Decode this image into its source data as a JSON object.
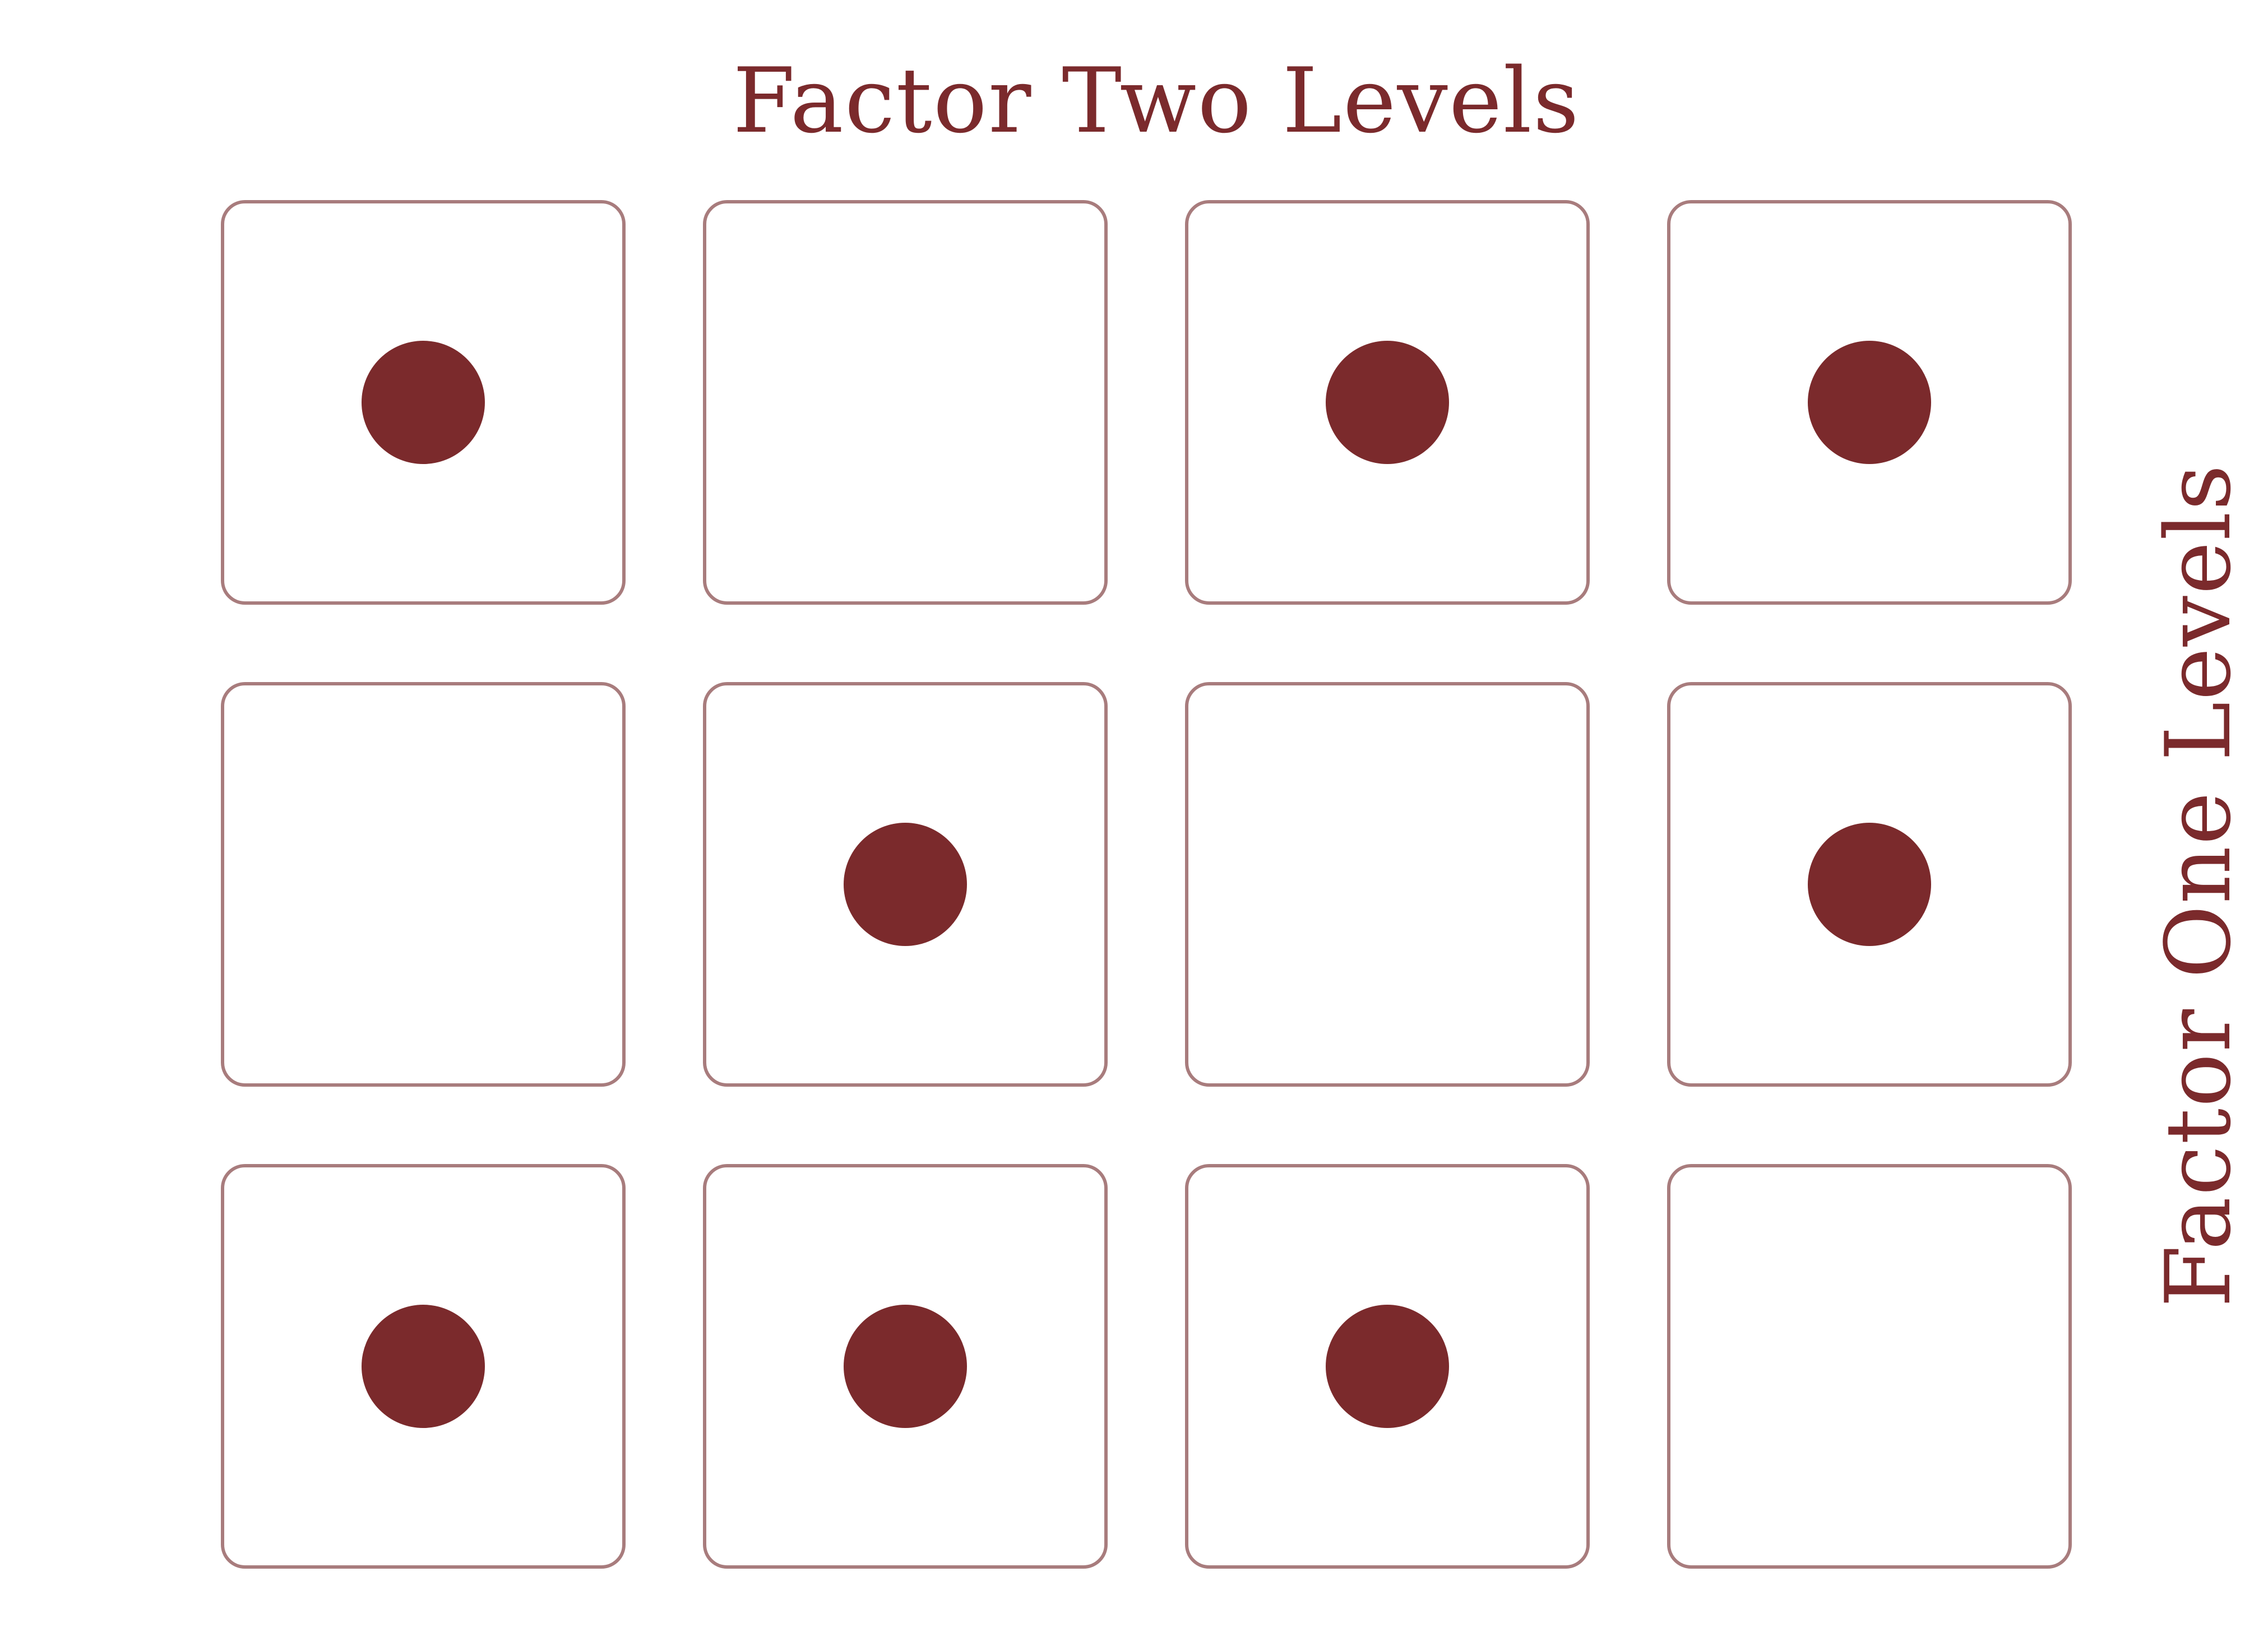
{
  "colors": {
    "accent": "#7b2a2c",
    "cell_border": "#a87c7d",
    "background": "#ffffff"
  },
  "title_top": "Factor Two Levels",
  "title_side": "Factor One Levels",
  "grid": {
    "rows": 3,
    "cols": 4,
    "filled": [
      [
        true,
        false,
        true,
        true
      ],
      [
        false,
        true,
        false,
        true
      ],
      [
        true,
        true,
        true,
        false
      ]
    ]
  }
}
